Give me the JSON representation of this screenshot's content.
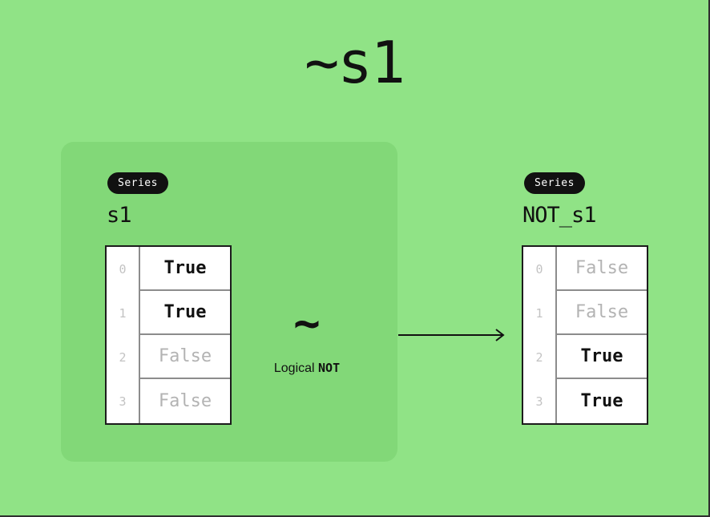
{
  "title": "~s1",
  "colors": {
    "background": "#90E386",
    "panel": "#82D878",
    "badge_bg": "#111111",
    "badge_text": "#ffffff",
    "true_text": "#111111",
    "false_text": "#b3b3b3",
    "index_text": "#c3c3c3",
    "table_outer_border": "#1c1c1c",
    "table_inner_border": "#8c8c8c"
  },
  "operation": {
    "operator": "~",
    "label_regular": "Logical ",
    "label_bold": "NOT"
  },
  "icons": {
    "arrow": "right-arrow"
  },
  "left_series": {
    "badge": "Series",
    "name": "s1",
    "rows": [
      {
        "index": "0",
        "value": "True"
      },
      {
        "index": "1",
        "value": "True"
      },
      {
        "index": "2",
        "value": "False"
      },
      {
        "index": "3",
        "value": "False"
      }
    ]
  },
  "right_series": {
    "badge": "Series",
    "name": "NOT_s1",
    "rows": [
      {
        "index": "0",
        "value": "False"
      },
      {
        "index": "1",
        "value": "False"
      },
      {
        "index": "2",
        "value": "True"
      },
      {
        "index": "3",
        "value": "True"
      }
    ]
  }
}
